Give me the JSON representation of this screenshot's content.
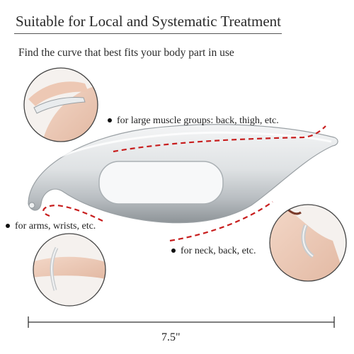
{
  "title": "Suitable for Local and Systematic Treatment",
  "subtitle": "Find the curve that best fits your body part in use",
  "callouts": {
    "large_muscle": "for large muscle groups: back, thigh, etc.",
    "arms": "for arms, wrists, etc.",
    "neck": "for neck, back, etc."
  },
  "dimension": "7.5\"",
  "colors": {
    "dashed_curve": "#c81e1e",
    "text": "#222222",
    "steel": "#cfd3d6"
  },
  "icons": {
    "dot": "bullet-dot-icon"
  }
}
